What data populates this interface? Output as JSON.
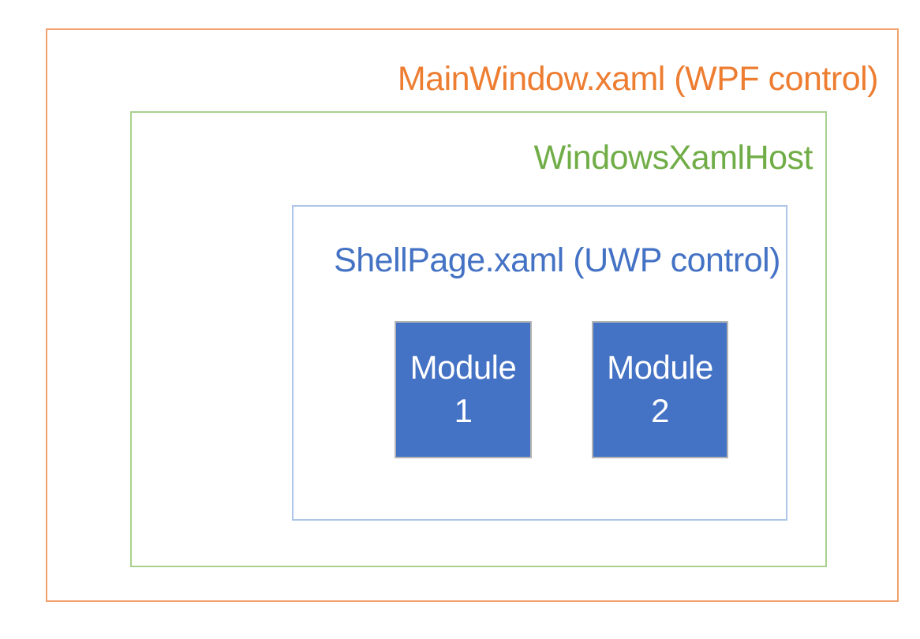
{
  "diagram": {
    "background_color": "#ffffff",
    "main_window": {
      "label": "MainWindow.xaml (WPF control)",
      "text_color": "#ED7D31",
      "border_color": "#F2A16E"
    },
    "xaml_host": {
      "label": "WindowsXamlHost",
      "text_color": "#70AD47",
      "border_color": "#A9D18E"
    },
    "shell_page": {
      "label": "ShellPage.xaml (UWP control)",
      "text_color": "#4472C4",
      "border_color": "#ACC5E8"
    },
    "module_1": {
      "label": "Module",
      "number": "1",
      "fill_color": "#4472C4",
      "text_color": "#FFFFFF",
      "border_color": "#B4B4B4"
    },
    "module_2": {
      "label": "Module",
      "number": "2",
      "fill_color": "#4472C4",
      "text_color": "#FFFFFF",
      "border_color": "#B4B4B4"
    }
  }
}
